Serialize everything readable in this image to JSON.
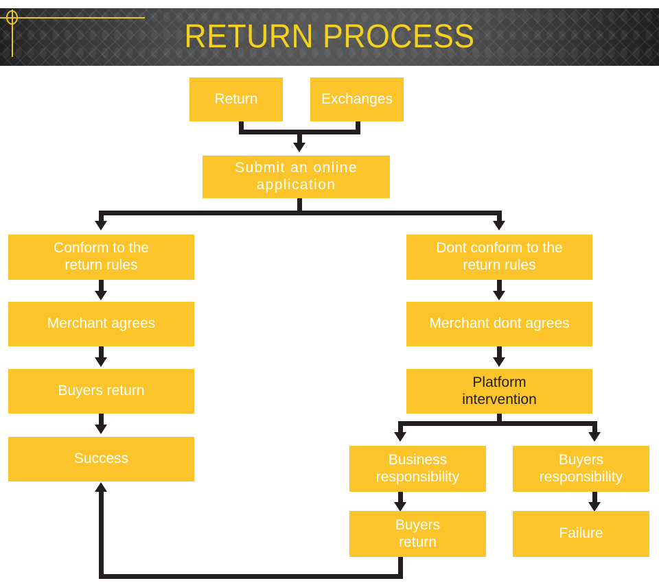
{
  "header": {
    "title": "RETURN PROCESS",
    "title_color": "#f2d21f",
    "band_color": "#4a4a4a",
    "accent_color": "#e8c820"
  },
  "theme": {
    "node_fill": "#fbc42b",
    "node_text": "#ffffff",
    "node_text_alt": "#231f20",
    "connector_color": "#231f20",
    "canvas": "#ffffff"
  },
  "flow": {
    "nodes": [
      {
        "id": "return",
        "label": "Return",
        "text_style": "light"
      },
      {
        "id": "exchanges",
        "label": "Exchanges",
        "text_style": "light"
      },
      {
        "id": "submit",
        "label": "Submit an online\napplication",
        "text_style": "light"
      },
      {
        "id": "conform",
        "label": "Conform to the\nreturn rules",
        "text_style": "light"
      },
      {
        "id": "merchant-agrees",
        "label": "Merchant agrees",
        "text_style": "light"
      },
      {
        "id": "buyers-return-left",
        "label": "Buyers return",
        "text_style": "light"
      },
      {
        "id": "success",
        "label": "Success",
        "text_style": "light"
      },
      {
        "id": "dont-conform",
        "label": "Dont conform to the\nreturn rules",
        "text_style": "light"
      },
      {
        "id": "merchant-dont-agrees",
        "label": "Merchant dont agrees",
        "text_style": "light"
      },
      {
        "id": "platform",
        "label": "Platform\nintervention",
        "text_style": "dark"
      },
      {
        "id": "business-resp",
        "label": "Business\nresponsibility",
        "text_style": "light"
      },
      {
        "id": "buyers-resp",
        "label": "Buyers\nresponsibility",
        "text_style": "light"
      },
      {
        "id": "buyers-return-right",
        "label": "Buyers\nreturn",
        "text_style": "light"
      },
      {
        "id": "failure",
        "label": "Failure",
        "text_style": "light"
      }
    ],
    "edges": [
      {
        "from": "return",
        "to": "submit"
      },
      {
        "from": "exchanges",
        "to": "submit"
      },
      {
        "from": "submit",
        "to": "conform"
      },
      {
        "from": "submit",
        "to": "dont-conform"
      },
      {
        "from": "conform",
        "to": "merchant-agrees"
      },
      {
        "from": "merchant-agrees",
        "to": "buyers-return-left"
      },
      {
        "from": "buyers-return-left",
        "to": "success"
      },
      {
        "from": "dont-conform",
        "to": "merchant-dont-agrees"
      },
      {
        "from": "merchant-dont-agrees",
        "to": "platform"
      },
      {
        "from": "platform",
        "to": "business-resp"
      },
      {
        "from": "platform",
        "to": "buyers-resp"
      },
      {
        "from": "business-resp",
        "to": "buyers-return-right"
      },
      {
        "from": "buyers-resp",
        "to": "failure"
      },
      {
        "from": "buyers-return-right",
        "to": "success"
      }
    ]
  }
}
